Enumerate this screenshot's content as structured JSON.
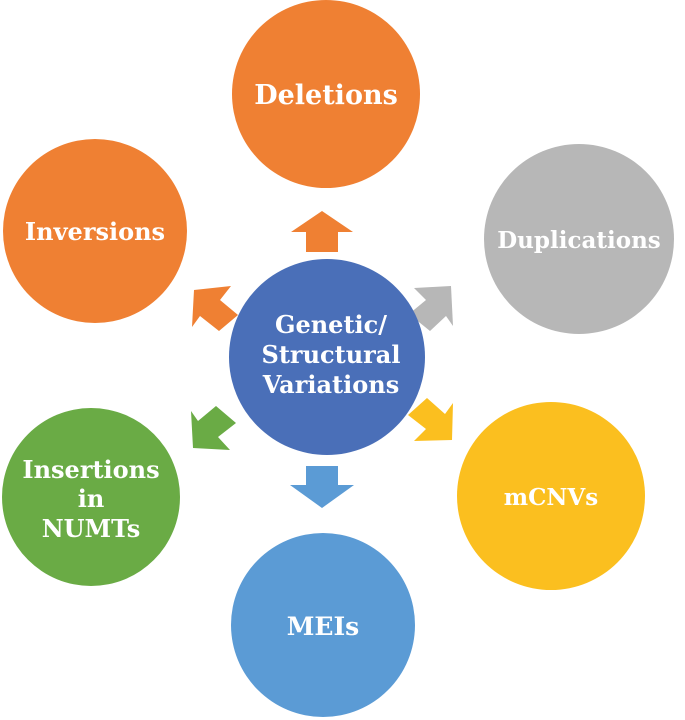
{
  "center": {
    "lines": [
      "Genetic/",
      "Structural",
      "Variations"
    ],
    "color": "#4a6fb8"
  },
  "nodes": [
    {
      "id": "deletions",
      "lines": [
        "Deletions"
      ],
      "color": "#ef8033"
    },
    {
      "id": "duplications",
      "lines": [
        "Duplications"
      ],
      "color": "#b7b7b7"
    },
    {
      "id": "mcnvs",
      "lines": [
        "mCNVs"
      ],
      "color": "#fbbf1f"
    },
    {
      "id": "meis",
      "lines": [
        "MEIs"
      ],
      "color": "#5b9bd5"
    },
    {
      "id": "insertions-in-numts",
      "lines": [
        "Insertions",
        "in",
        "NUMTs"
      ],
      "color": "#6aab45"
    },
    {
      "id": "inversions",
      "lines": [
        "Inversions"
      ],
      "color": "#ef8033"
    }
  ]
}
